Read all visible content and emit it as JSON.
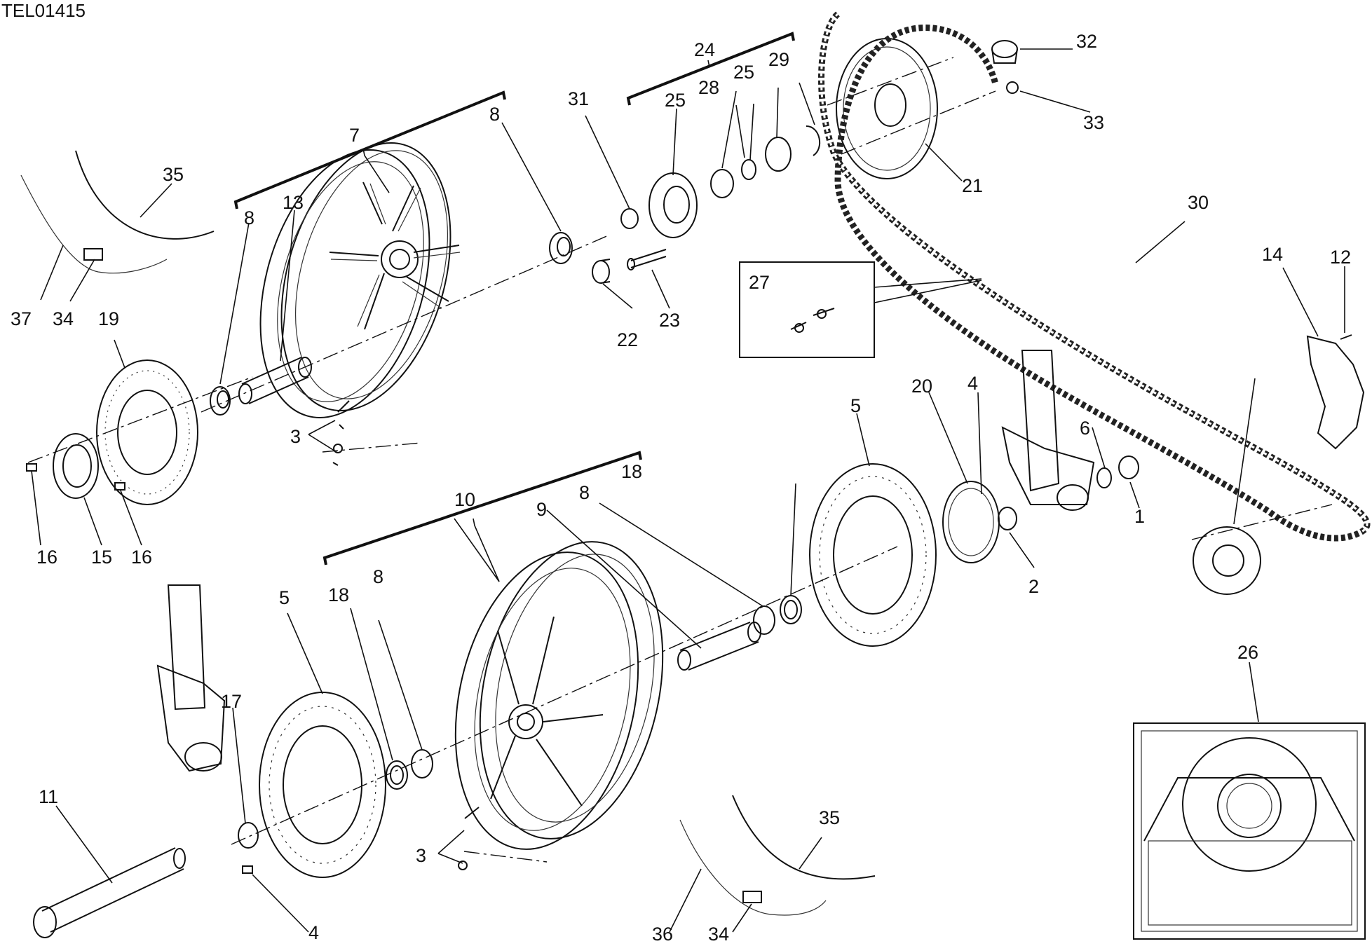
{
  "drawing_code": "TEL01415",
  "labels": {
    "l1": "1",
    "l2": "2",
    "l3a": "3",
    "l3b": "3",
    "l4a": "4",
    "l4b": "4",
    "l5a": "5",
    "l5b": "5",
    "l6": "6",
    "l7": "7",
    "l8a": "8",
    "l8b": "8",
    "l8c": "8",
    "l8d": "8",
    "l9": "9",
    "l10": "10",
    "l11": "11",
    "l12": "12",
    "l13": "13",
    "l14": "14",
    "l15": "15",
    "l16a": "16",
    "l16b": "16",
    "l17": "17",
    "l18a": "18",
    "l18b": "18",
    "l19": "19",
    "l20": "20",
    "l21": "21",
    "l22": "22",
    "l23": "23",
    "l24": "24",
    "l25a": "25",
    "l25b": "25",
    "l26": "26",
    "l27": "27",
    "l28": "28",
    "l29": "29",
    "l30": "30",
    "l31": "31",
    "l32": "32",
    "l33": "33",
    "l34a": "34",
    "l34b": "34",
    "l35a": "35",
    "l35b": "35",
    "l36": "36",
    "l37": "37"
  }
}
